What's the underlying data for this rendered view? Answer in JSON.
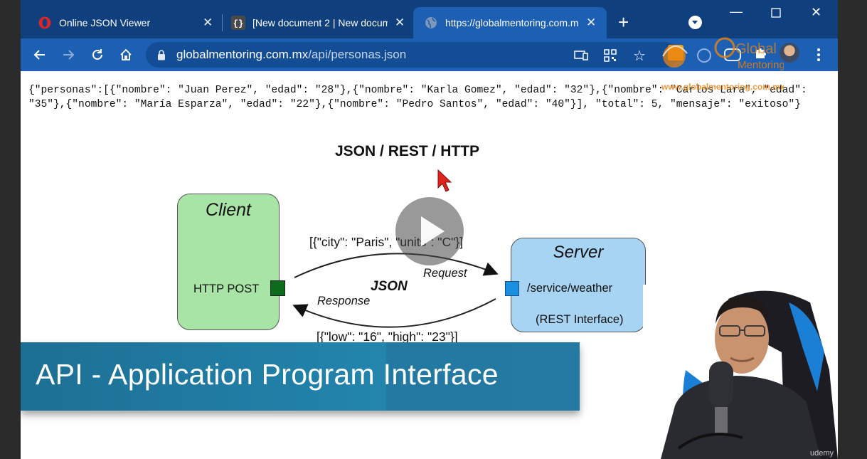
{
  "colors": {
    "tabstrip": "#0f3f7c",
    "toolbar": "#1d5fb3",
    "omnibox": "#134d96",
    "banner": "#1d6f94",
    "client_box": "#a8e4a5",
    "server_box": "#a6d4f2"
  },
  "tabs": [
    {
      "title": "Online JSON Viewer",
      "icon": "opera-icon",
      "active": false
    },
    {
      "title": "[New document 2 | New docum",
      "icon": "json-braces-icon",
      "active": false
    },
    {
      "title": "https://globalmentoring.com.m",
      "icon": "globe-icon",
      "active": true
    }
  ],
  "toolbar": {
    "url_host": "globalmentoring.com.mx",
    "url_path": "/api/personas.json"
  },
  "json_text": "{\"personas\":[{\"nombre\": \"Juan Perez\", \"edad\": \"28\"},{\"nombre\": \"Karla Gomez\", \"edad\": \"32\"},{\"nombre\": \"Carlos Lara\", \"edad\": \"35\"},{\"nombre\": \"María Esparza\", \"edad\": \"22\"},{\"nombre\": \"Pedro Santos\", \"edad\": \"40\"}], \"total\": 5, \"mensaje\": \"exitoso\"}",
  "diagram": {
    "title": "JSON / REST / HTTP",
    "client_label": "Client",
    "client_action": "HTTP POST",
    "server_label": "Server",
    "server_path": "/service/weather",
    "server_interface": "(REST Interface)",
    "request_body": "[{\"city\": \"Paris\", \"units\": \"C\"}]",
    "request_label": "Request",
    "format_label": "JSON",
    "response_label": "Response",
    "response_body": "[{\"low\": \"16\", \"high\": \"23\"}]"
  },
  "banner_text": "API - Application Program Interface",
  "watermark": {
    "brand_line1": "Global",
    "brand_line2": "Mentoring",
    "site": "www.globalmentoring.com.mx"
  },
  "udemy_mark": "udemy"
}
